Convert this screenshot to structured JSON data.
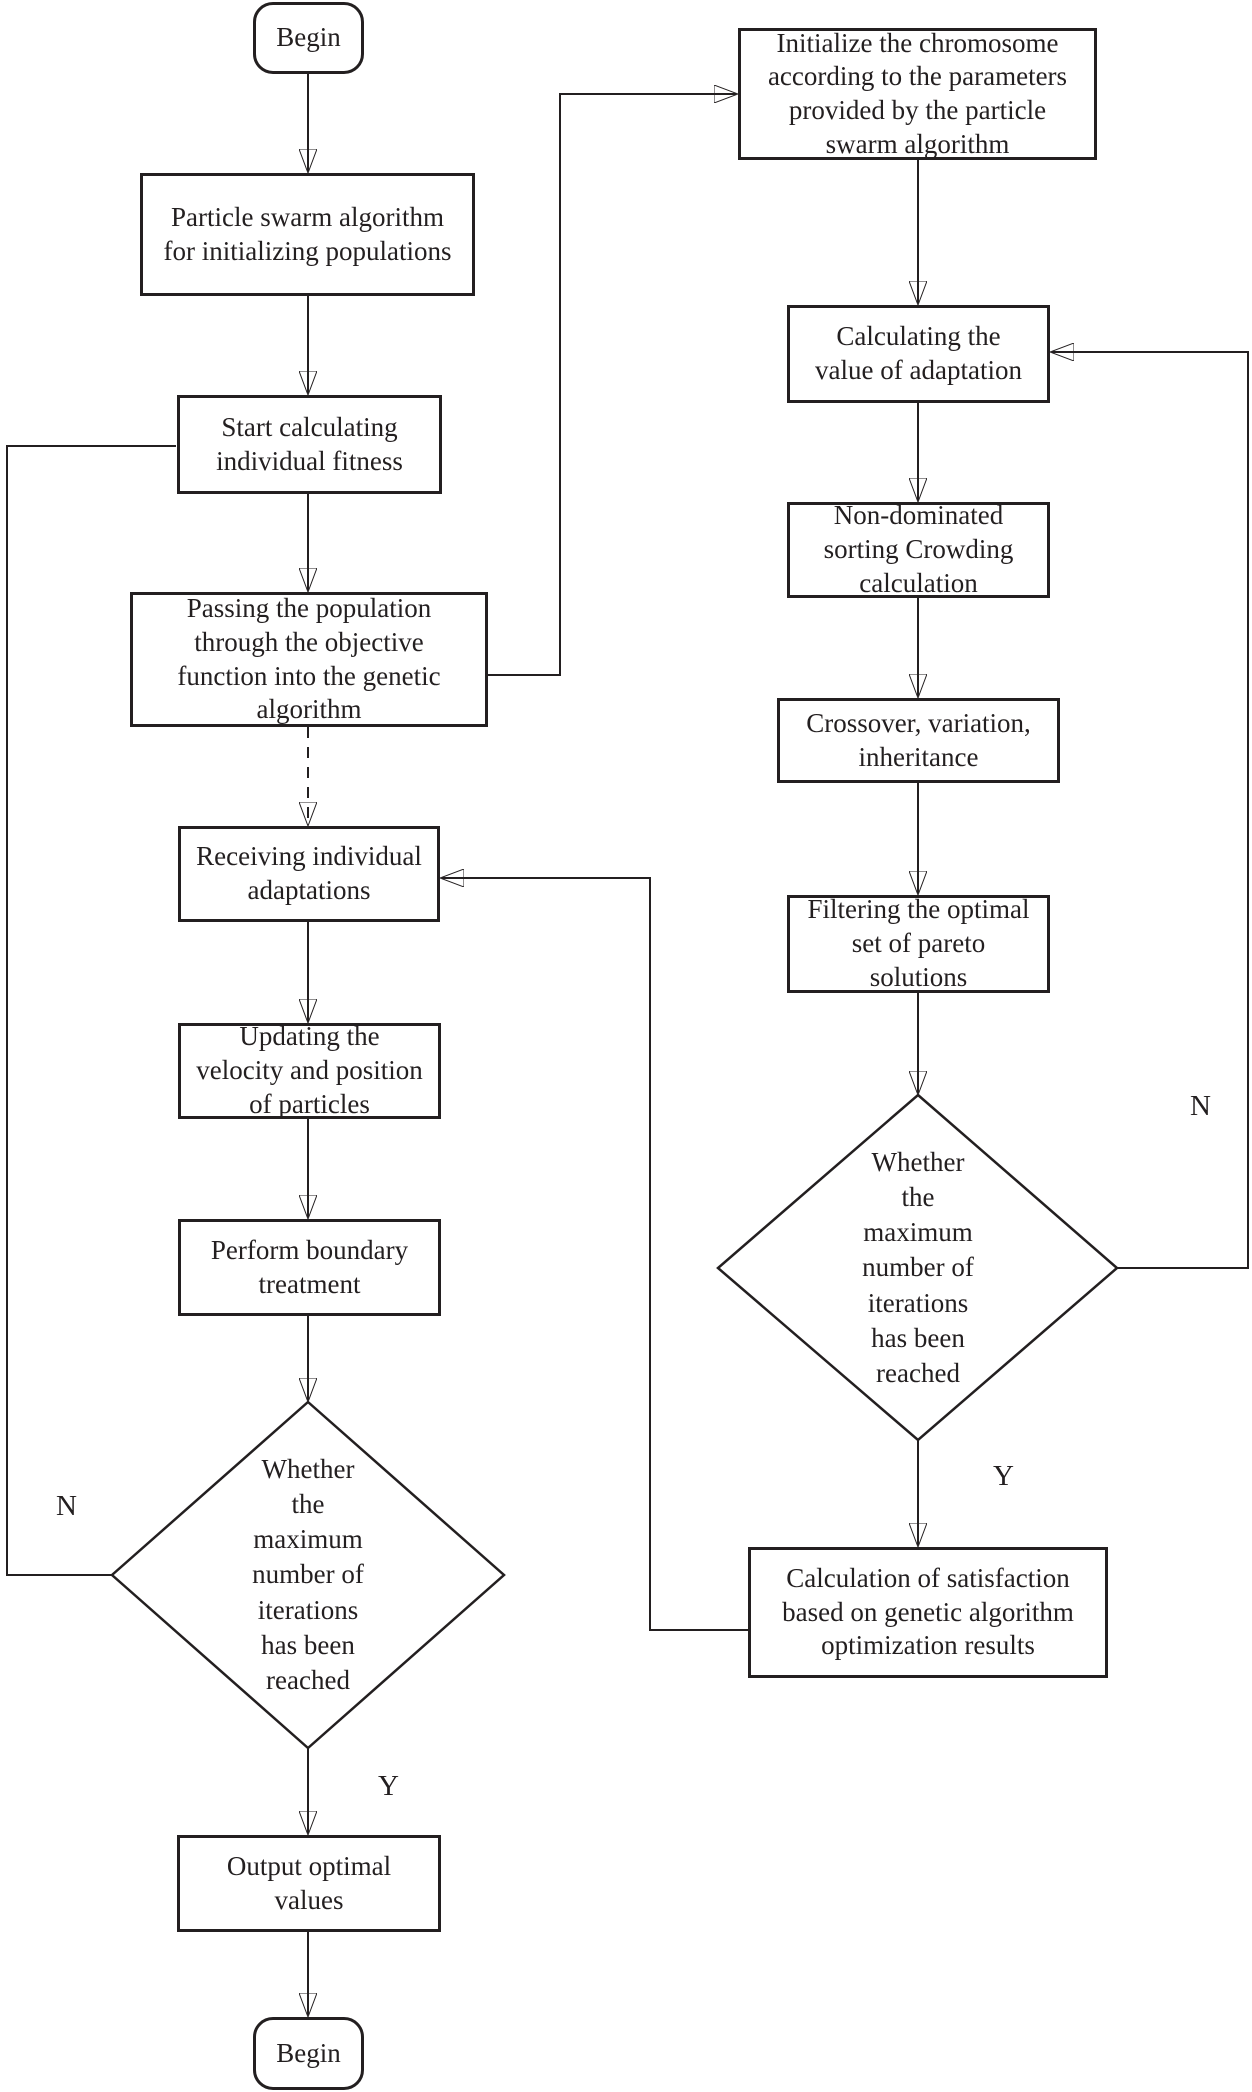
{
  "diagram": {
    "title": "PSO-GA hybrid optimization flowchart",
    "nodes": {
      "begin_top": {
        "label": "Begin"
      },
      "pso_init": {
        "label": "Particle swarm algorithm\nfor initializing populations"
      },
      "start_fitness": {
        "label": "Start calculating\nindividual fitness"
      },
      "passing_population": {
        "label": "Passing the population\nthrough the objective\nfunction into the genetic\nalgorithm"
      },
      "receiving_adaptations": {
        "label": "Receiving individual\nadaptations"
      },
      "updating_particles": {
        "label": "Updating the\nvelocity and position\nof particles"
      },
      "boundary_treatment": {
        "label": "Perform boundary\ntreatment"
      },
      "max_iterations_left": {
        "label": "Whether\nthe\nmaximum\nnumber of\niterations\nhas been\nreached"
      },
      "output_values": {
        "label": "Output optimal\nvalues"
      },
      "begin_bottom": {
        "label": "Begin"
      },
      "init_chromosome": {
        "label": "Initialize the chromosome\naccording to the parameters\nprovided by the particle\nswarm algorithm"
      },
      "calc_adaptation": {
        "label": "Calculating the\nvalue of adaptation"
      },
      "nondominated_sorting": {
        "label": "Non-dominated\nsorting Crowding\ncalculation"
      },
      "crossover": {
        "label": "Crossover, variation,\ninheritance"
      },
      "filtering_pareto": {
        "label": "Filtering the optimal\nset of pareto\nsolutions"
      },
      "max_iterations_right": {
        "label": "Whether\nthe\nmaximum\nnumber of\niterations\nhas been\nreached"
      },
      "satisfaction": {
        "label": "Calculation of satisfaction\nbased on genetic algorithm\noptimization results"
      }
    },
    "branch_labels": {
      "left_no": "N",
      "left_yes": "Y",
      "right_no": "N",
      "right_yes": "Y"
    },
    "colors": {
      "line": "#231f20",
      "background": "#ffffff"
    }
  }
}
